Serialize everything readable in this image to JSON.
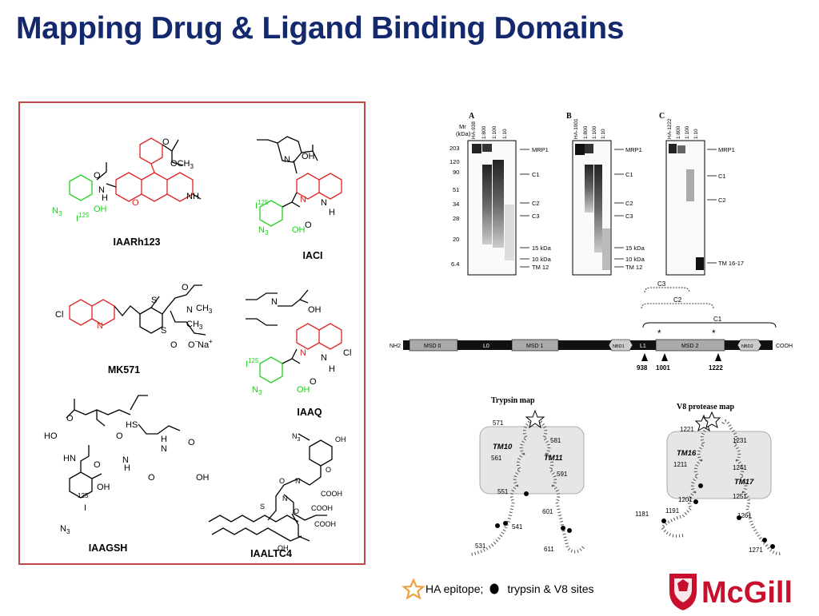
{
  "title": "Mapping Drug & Ligand Binding Domains",
  "compounds": [
    {
      "label": "IAARh123"
    },
    {
      "label": "IACI"
    },
    {
      "label": "MK571"
    },
    {
      "label": "IAAQ"
    },
    {
      "label": "IAAGSH"
    },
    {
      "label": "IAALTC4"
    }
  ],
  "blots": {
    "mr_header": "Mr",
    "kda_header": "(kDa)",
    "mw_markers": [
      "203",
      "120",
      "90",
      "51",
      "34",
      "28",
      "20",
      "6.4"
    ],
    "panels": [
      {
        "letter": "A",
        "lanes": [
          "HA-938",
          "1:800",
          "1:100",
          "1:10"
        ],
        "bands": [
          "MRP1",
          "C1",
          "C2",
          "C3",
          "15 kDa",
          "10 kDa",
          "TM 12"
        ]
      },
      {
        "letter": "B",
        "lanes": [
          "HA-1001",
          "1:800",
          "1:100",
          "1:10"
        ],
        "bands": [
          "MRP1",
          "C1",
          "C2",
          "C3",
          "15 kDa",
          "10 kDa",
          "TM 12"
        ]
      },
      {
        "letter": "C",
        "lanes": [
          "HA-1222",
          "1:800",
          "1:100",
          "1:10"
        ],
        "bands": [
          "MRP1",
          "C1",
          "C2",
          "TM 16-17"
        ]
      }
    ]
  },
  "topology": {
    "nh2": "NH2",
    "cooh": "COOH",
    "domains": [
      "MSD 0",
      "L0",
      "MSD 1",
      "NBD1",
      "L1",
      "MSD 2",
      "NBD2"
    ],
    "fragments": [
      "C3",
      "C2",
      "C1"
    ],
    "sites": [
      "938",
      "1001",
      "1222"
    ]
  },
  "trypsin_map": {
    "title": "Trypsin map",
    "helices": [
      "TM10",
      "TM11"
    ],
    "residues": [
      "571",
      "581",
      "561",
      "591",
      "551",
      "601",
      "541",
      "531",
      "611"
    ]
  },
  "v8_map": {
    "title": "V8 protease map",
    "helices": [
      "TM16",
      "TM17"
    ],
    "residues": [
      "1221",
      "1231",
      "1211",
      "1241",
      "1201",
      "1251",
      "1191",
      "1181",
      "1261",
      "1271"
    ]
  },
  "legend": {
    "epitope": "HA epitope;",
    "sites": "trypsin & V8 sites"
  },
  "logo": "McGill",
  "colors": {
    "title": "#14286e",
    "red": "#e02020",
    "green": "#22d022",
    "border": "#c04a48",
    "logo": "#c8102e"
  }
}
